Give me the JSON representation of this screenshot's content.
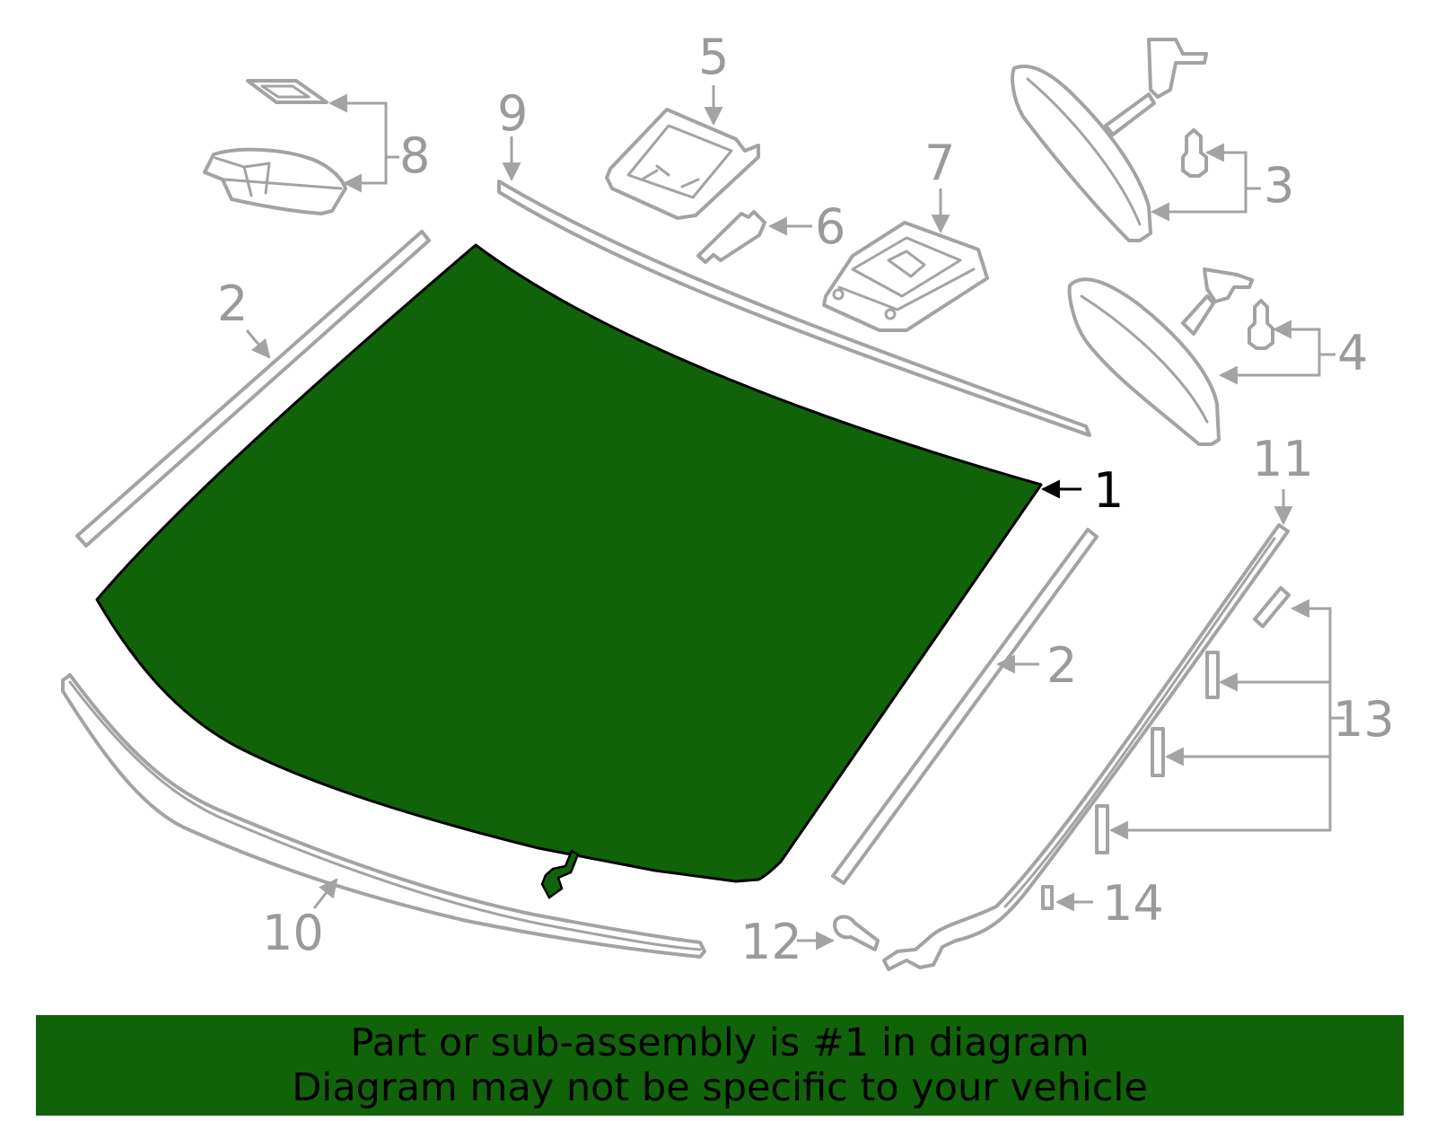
{
  "colors": {
    "highlight": "#11630a",
    "parts_outline": "#a3a3a3",
    "callout_text": "#9a9a9a",
    "main_callout_text": "#000000"
  },
  "callouts": {
    "c1": "1",
    "c2a": "2",
    "c2b": "2",
    "c3": "3",
    "c4": "4",
    "c5": "5",
    "c6": "6",
    "c7": "7",
    "c8": "8",
    "c9": "9",
    "c10": "10",
    "c11": "11",
    "c12": "12",
    "c13": "13",
    "c14": "14"
  },
  "banner": {
    "line1": "Part or sub-assembly is #1 in diagram",
    "line2": "Diagram may not be specific to your vehicle"
  }
}
